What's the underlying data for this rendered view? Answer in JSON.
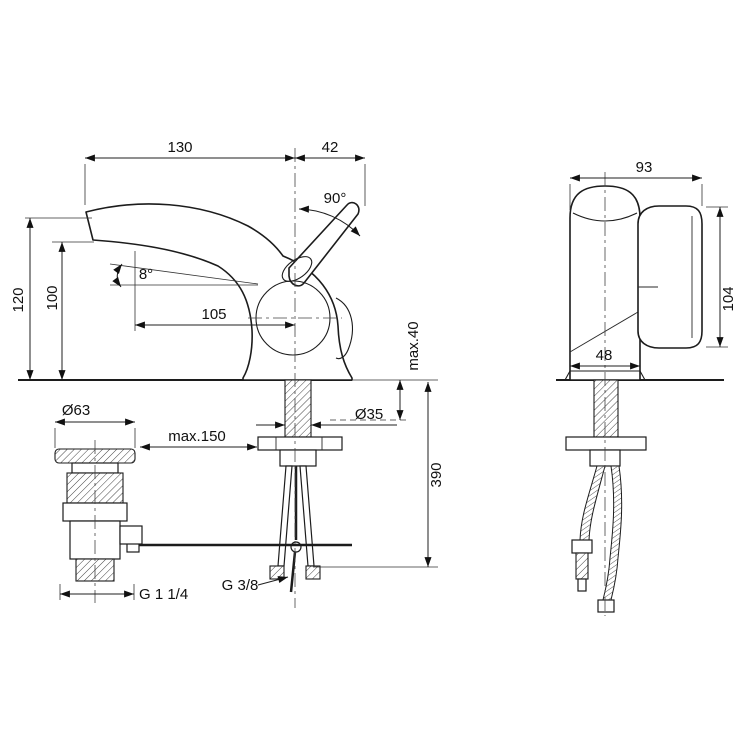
{
  "page": {
    "background": "#ffffff",
    "ink": "#1c1c1c"
  },
  "front_view": {
    "dim_spout_reach": "130",
    "dim_handle_offset": "42",
    "angle_handle": "90°",
    "angle_spout": "8°",
    "dim_height_total": "120",
    "dim_height_outlet": "100",
    "dim_outlet_to_axis": "105",
    "dim_deck_thickness": "max.40",
    "dim_shank_diameter": "Ø35",
    "dim_waste_flange_diameter": "Ø63",
    "dim_rod_length": "max.150",
    "dim_hose_length": "390",
    "thread_waste": "G 1 1/4",
    "thread_supply": "G 3/8"
  },
  "side_view": {
    "dim_depth_total": "93",
    "dim_handle_height": "104",
    "dim_body_depth": "48"
  }
}
